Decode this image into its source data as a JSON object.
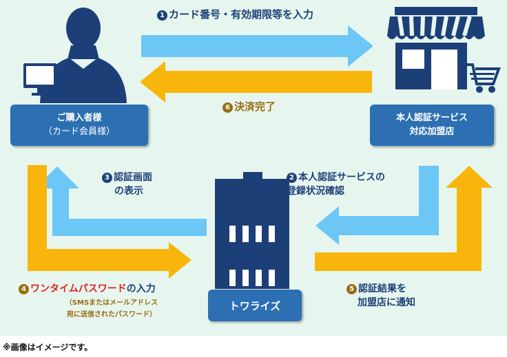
{
  "colors": {
    "background": "#e6f6ee",
    "navy": "#1d3f78",
    "box_blue": "#2c6fb2",
    "arrow_blue": "#6cc6f6",
    "arrow_gold": "#f8b60c",
    "step6_brown": "#9a6b10",
    "step4_red": "#e02020"
  },
  "icons": [
    "person-with-computer-icon",
    "shop-with-cart-icon",
    "office-building-icon"
  ],
  "buyer_box": {
    "line1": "ご購入者様",
    "line2": "（カード会員様）"
  },
  "store_box": {
    "line1": "本人認証サービス",
    "line2": "対応加盟店"
  },
  "towise_box": {
    "label": "トワライズ"
  },
  "steps": {
    "s1": {
      "num": "1",
      "text": "カード番号・有効期限等を入力"
    },
    "s2": {
      "num": "2",
      "line1": "本人認証サービスの",
      "line2": "登録状況確認"
    },
    "s3": {
      "num": "3",
      "line1": "認証画面",
      "line2": "の表示"
    },
    "s4": {
      "num": "4",
      "highlight": "ワンタイムパスワード",
      "rest": "の入力",
      "sub1": "（SMSまたはメールアドレス",
      "sub2": "宛に送信されたパスワード）"
    },
    "s5": {
      "num": "5",
      "line1": "認証結果を",
      "line2": "加盟店に通知"
    },
    "s6": {
      "num": "6",
      "text": "決済完了"
    }
  },
  "footnote": "※画像はイメージです。"
}
